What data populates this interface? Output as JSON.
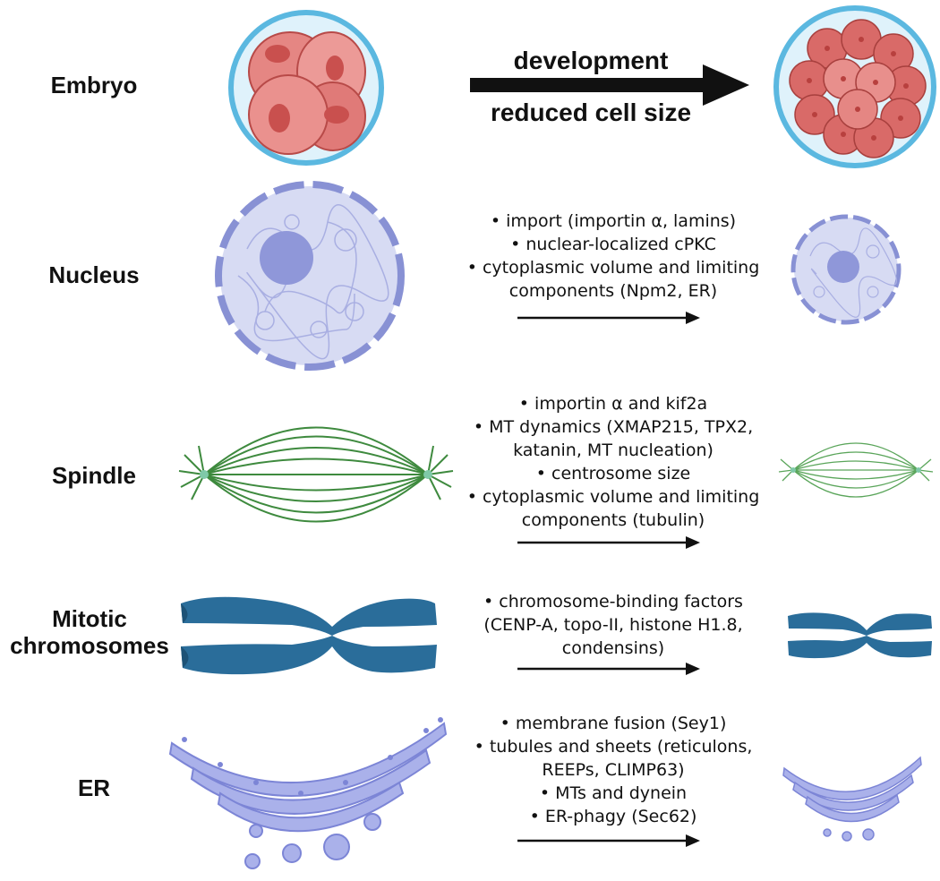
{
  "rows": [
    {
      "label": "Embryo"
    },
    {
      "label": "Nucleus",
      "factors": [
        "• import (importin α, lamins)",
        "• nuclear-localized cPKC",
        "• cytoplasmic volume and limiting",
        "components (Npm2, ER)"
      ]
    },
    {
      "label": "Spindle",
      "factors": [
        "• importin α and kif2a",
        "• MT dynamics (XMAP215, TPX2,",
        "katanin, MT nucleation)",
        "• centrosome size",
        "• cytoplasmic volume and limiting",
        "components (tubulin)"
      ]
    },
    {
      "label_lines": [
        "Mitotic",
        "chromosomes"
      ],
      "factors": [
        "• chromosome-binding factors",
        "(CENP-A, topo-II, histone H1.8,",
        "condensins)"
      ]
    },
    {
      "label": "ER",
      "factors": [
        "• membrane fusion (Sey1)",
        "• tubules and sheets (reticulons,",
        "REEPs, CLIMP63)",
        "• MTs and dynein",
        "• ER-phagy (Sec62)"
      ]
    }
  ],
  "development_arrow": {
    "top_label": "development",
    "bottom_label": "reduced cell size"
  },
  "colors": {
    "embryo_cell": "#e07a78",
    "embryo_cell_dark": "#c9504e",
    "embryo_zona": "#5bb8e0",
    "nucleus_fill": "#d7dbf3",
    "nucleus_envelope": "#8891d4",
    "nucleolus": "#8f97d9",
    "spindle": "#3e8a3e",
    "chromosome": "#2a6d9a",
    "er": "#8a93dd",
    "arrow": "#111111"
  }
}
